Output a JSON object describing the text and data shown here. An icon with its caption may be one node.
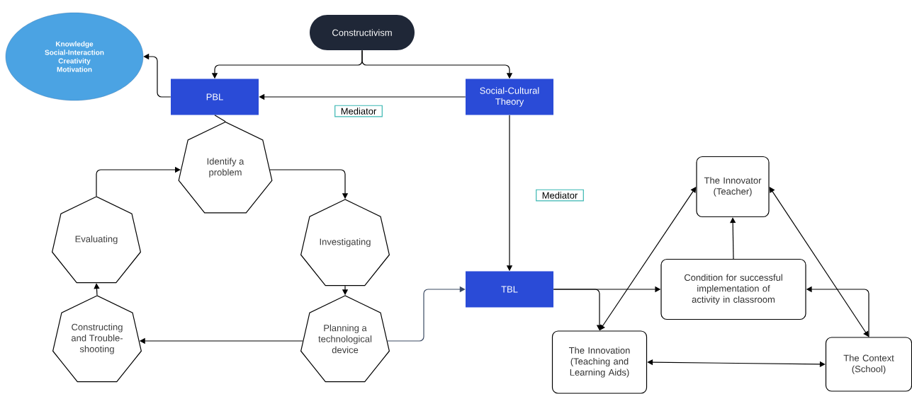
{
  "diagram": {
    "nodes": [
      {
        "text": [
          "Constructivism"
        ]
      },
      {
        "text": [
          "Knowledge",
          "Social-Interaction",
          "Creativity",
          "Motivation"
        ]
      },
      {
        "text": [
          "PBL"
        ]
      },
      {
        "text": [
          "Social-Cultural Theory"
        ]
      },
      {
        "text": [
          "Identify a problem"
        ]
      },
      {
        "text": [
          "Evaluating"
        ]
      },
      {
        "text": [
          "Investigating"
        ]
      },
      {
        "text": [
          "Constructing and Trouble-shooting"
        ]
      },
      {
        "text": [
          "Planning a technological device"
        ]
      },
      {
        "text": [
          "TBL"
        ]
      },
      {
        "text": [
          "The Innovator (Teacher)"
        ]
      },
      {
        "text": [
          "Condition for successful implementation of activity in classroom"
        ]
      },
      {
        "text": [
          "The Innovation (Teaching and Learning Aids)"
        ]
      },
      {
        "text": [
          "The Context (School)"
        ]
      }
    ],
    "edges": [
      {
        "from": 0,
        "to": 2,
        "arrow": "to"
      },
      {
        "from": 0,
        "to": 3,
        "arrow": "to"
      },
      {
        "from": 2,
        "to": 1,
        "arrow": "to"
      },
      {
        "from": 3,
        "to": 2,
        "arrow": "to",
        "label": "Mediator"
      },
      {
        "from": 2,
        "to": 4,
        "arrow": "none"
      },
      {
        "from": 4,
        "to": 6,
        "arrow": "to"
      },
      {
        "from": 6,
        "to": 8,
        "arrow": "to"
      },
      {
        "from": 8,
        "to": 7,
        "arrow": "to"
      },
      {
        "from": 7,
        "to": 5,
        "arrow": "to"
      },
      {
        "from": 5,
        "to": 4,
        "arrow": "to"
      },
      {
        "from": 8,
        "to": 9,
        "arrow": "to",
        "color": "#3b4a63"
      },
      {
        "from": 3,
        "to": 9,
        "arrow": "to",
        "label": "Mediator"
      },
      {
        "from": 9,
        "to": 11,
        "arrow": "to"
      },
      {
        "from": 9,
        "to": 12,
        "arrow": "to"
      },
      {
        "from": 11,
        "to": 10,
        "arrow": "to"
      },
      {
        "from": 12,
        "to": 10,
        "arrow": "both"
      },
      {
        "from": 10,
        "to": 13,
        "arrow": "both"
      },
      {
        "from": 12,
        "to": 13,
        "arrow": "both"
      },
      {
        "from": 13,
        "to": 11,
        "arrow": "to"
      }
    ]
  }
}
